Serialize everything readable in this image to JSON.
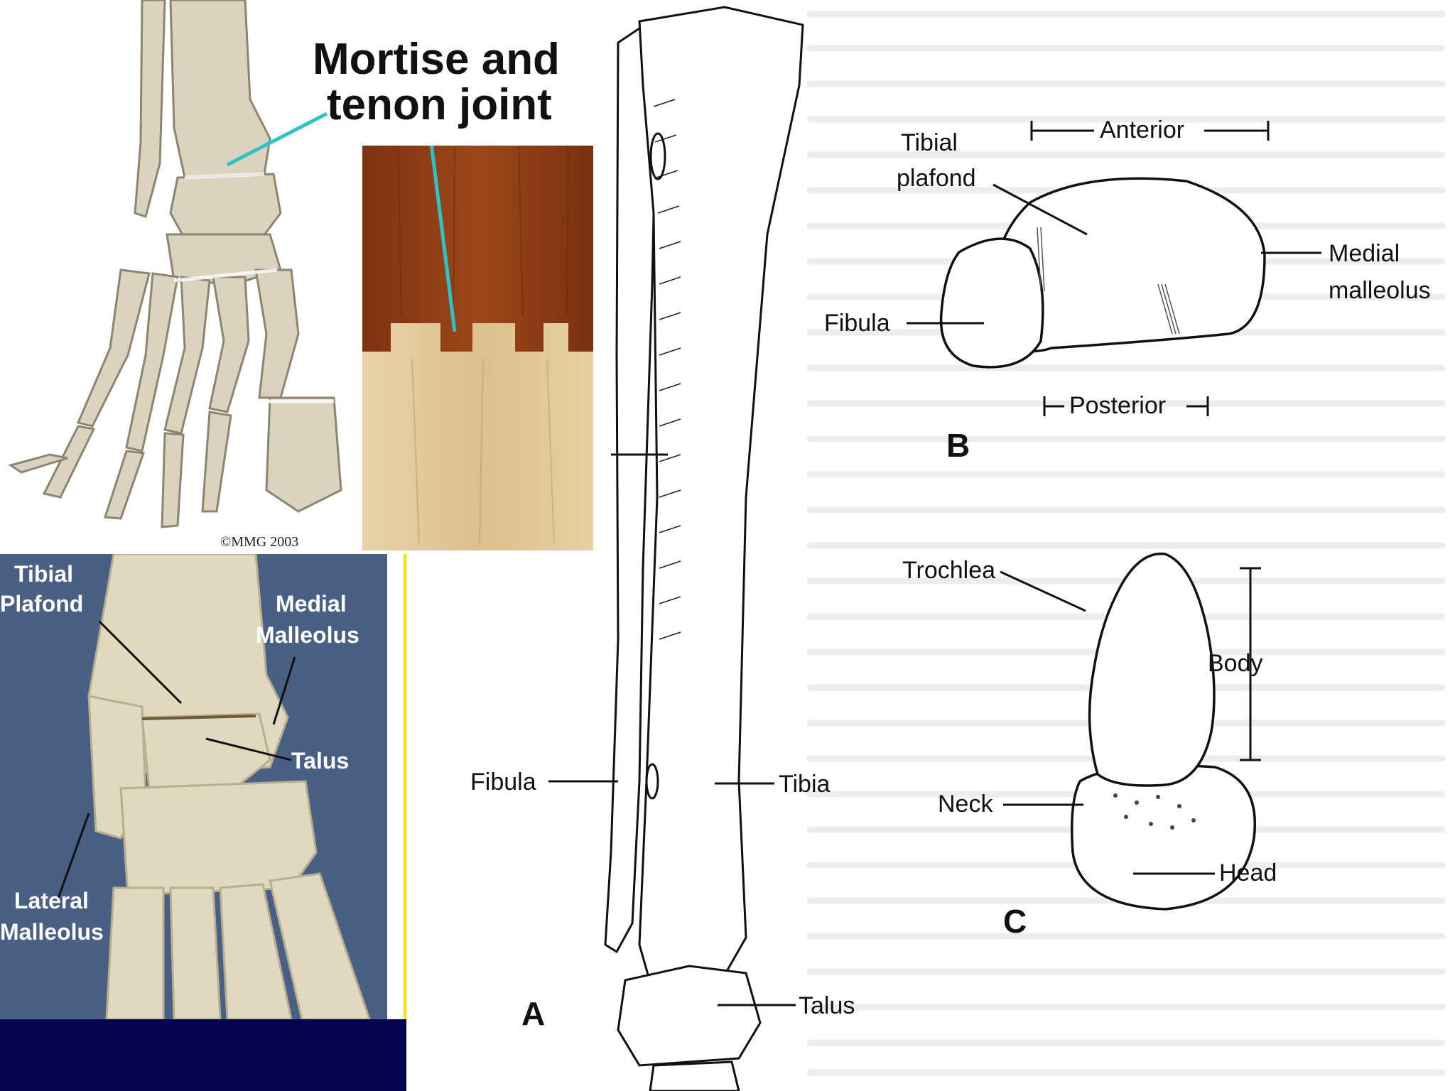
{
  "foot_panel": {
    "title_line1": "Mortise and",
    "title_line2": "tenon joint",
    "copyright": "©MMG 2003"
  },
  "photo_panel": {
    "labels": {
      "tibial": "Tibial",
      "plafond": "Plafond",
      "medial": "Medial",
      "malleolus": "Malleolus",
      "talus": "Talus",
      "lateral": "Lateral",
      "lateral_malleolus": "Malleolus"
    }
  },
  "figure_a": {
    "letter": "A",
    "labels": {
      "fibula": "Fibula",
      "tibia": "Tibia",
      "talus": "Talus"
    }
  },
  "figure_b": {
    "letter": "B",
    "labels": {
      "anterior": "Anterior",
      "posterior": "Posterior",
      "tibial": "Tibial",
      "plafond": "plafond",
      "fibula": "Fibula",
      "medial": "Medial",
      "malleolus": "malleolus"
    }
  },
  "figure_c": {
    "letter": "C",
    "labels": {
      "trochlea": "Trochlea",
      "body": "Body",
      "neck": "Neck",
      "head": "Head"
    }
  },
  "colors": {
    "navy_bar": "#05054f",
    "photo_bg": "#4a5f84",
    "bone": "#dcd6c2",
    "wood_dark": "#8d3c14",
    "wood_light": "#e6cfa2",
    "leader_cyan": "#2fc2c7",
    "yellow_rule": "#f4e300"
  }
}
